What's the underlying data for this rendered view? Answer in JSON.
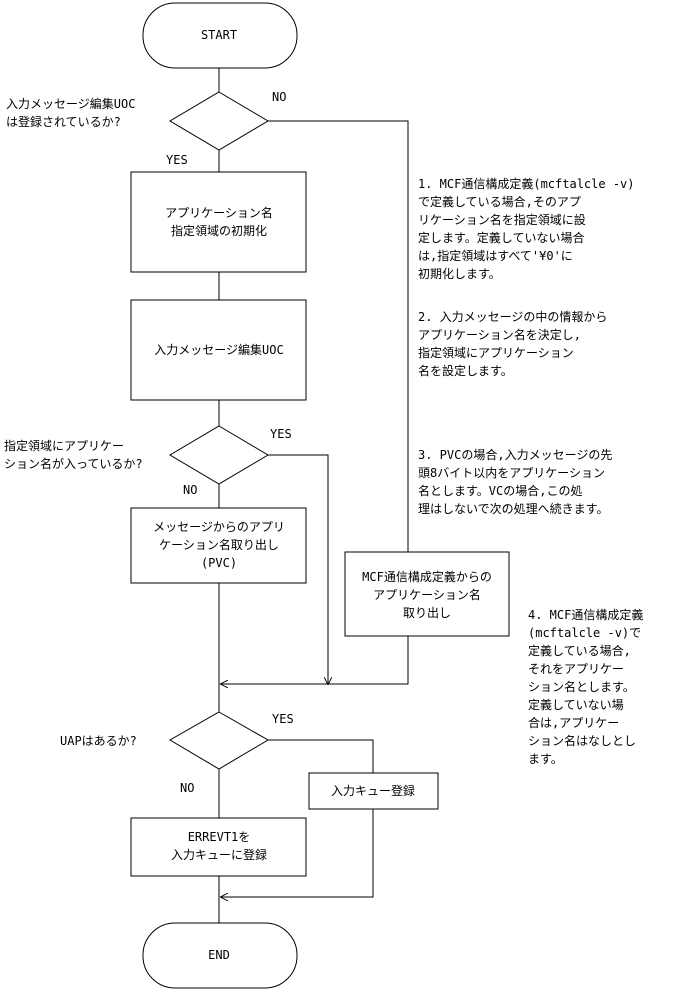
{
  "start": "START",
  "end": "END",
  "d1": {
    "question": [
      "入力メッセージ編集UOC",
      "は登録されているか?"
    ],
    "no": "NO",
    "yes": "YES"
  },
  "p1": [
    "アプリケーション名",
    "指定領域の初期化"
  ],
  "p2": [
    "入力メッセージ編集UOC"
  ],
  "d2": {
    "question": [
      "指定領域にアプリケー",
      "ション名が入っているか?"
    ],
    "yes": "YES",
    "no": "NO"
  },
  "p3": [
    "メッセージからのアプリ",
    "ケーション名取り出し",
    "(PVC)"
  ],
  "p4": [
    "MCF通信構成定義からの",
    "アプリケーション名",
    "取り出し"
  ],
  "d3": {
    "question": [
      "UAPはあるか?"
    ],
    "yes": "YES",
    "no": "NO"
  },
  "p5": [
    "入力キュー登録"
  ],
  "p6": [
    "ERREVT1を",
    "入力キューに登録"
  ],
  "notes": [
    [
      "1. MCF通信構成定義(mcftalcle -v)",
      "   で定義している場合,そのアプ",
      "   リケーション名を指定領域に設",
      "   定します。定義していない場合",
      "   は,指定領域はすべて'¥0'に",
      "   初期化します。"
    ],
    [
      "2. 入力メッセージの中の情報から",
      "   アプリケーション名を決定し,",
      "   指定領域にアプリケーション",
      "   名を設定します。"
    ],
    [
      "3. PVCの場合,入力メッセージの先",
      "   頭8バイト以内をアプリケーション",
      "   名とします。VCの場合,この処",
      "   理はしないで次の処理へ続きます。"
    ],
    [
      "4. MCF通信構成定義",
      "   (mcftalcle -v)で",
      "   定義している場合,",
      "   それをアプリケー",
      "   ション名とします。",
      "   定義していない場",
      "   合は,アプリケー",
      "   ション名はなしとし",
      "   ます。"
    ]
  ]
}
